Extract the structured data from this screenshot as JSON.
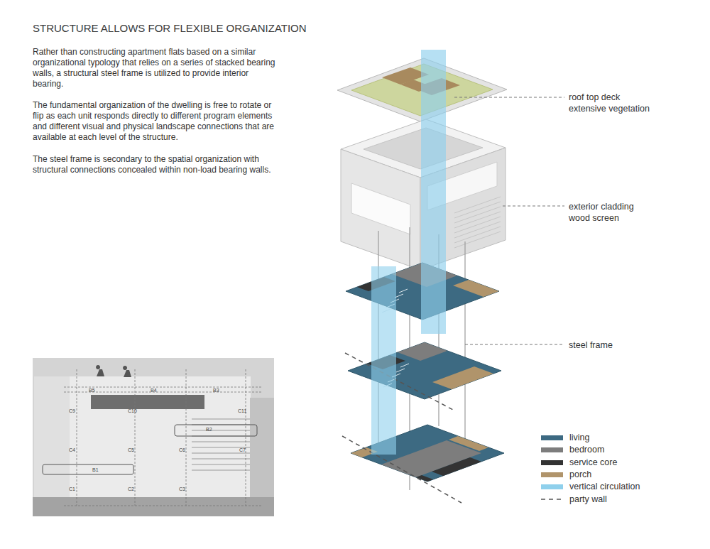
{
  "diagram": {
    "title": "STRUCTURE ALLOWS FOR FLEXIBLE ORGANIZATION",
    "labels": [
      "Rather than constructing apartment flats based on a similar organizational typology that relies on a series of stacked bearing walls, a structural steel frame is utilized to provide interior bearing.",
      "The fundamental organization of the dwelling is free to rotate or flip as each unit responds directly to different program elements and different visual and physical landscape connections that are available at each level of the structure.",
      "The steel frame is secondary to the spatial organization with structural connections concealed within non-load bearing walls.",
      "roof top deck extensive vegetation",
      "exterior cladding wood screen",
      "steel frame",
      "B5",
      "B4",
      "B3",
      "C9",
      "C10",
      "C11",
      "C4",
      "C5",
      "C6",
      "C7",
      "B2",
      "B1",
      "C1",
      "C2",
      "C3"
    ],
    "legend": [
      {
        "text": "living",
        "color": "#3d6a82"
      },
      {
        "text": "bedroom",
        "color": "#7d7d7d"
      },
      {
        "text": "service core",
        "color": "#333333"
      },
      {
        "text": "porch",
        "color": "#b0946b"
      },
      {
        "text": "vertical circulation",
        "color": "#8fd0ec"
      },
      {
        "text": "party wall"
      }
    ]
  }
}
